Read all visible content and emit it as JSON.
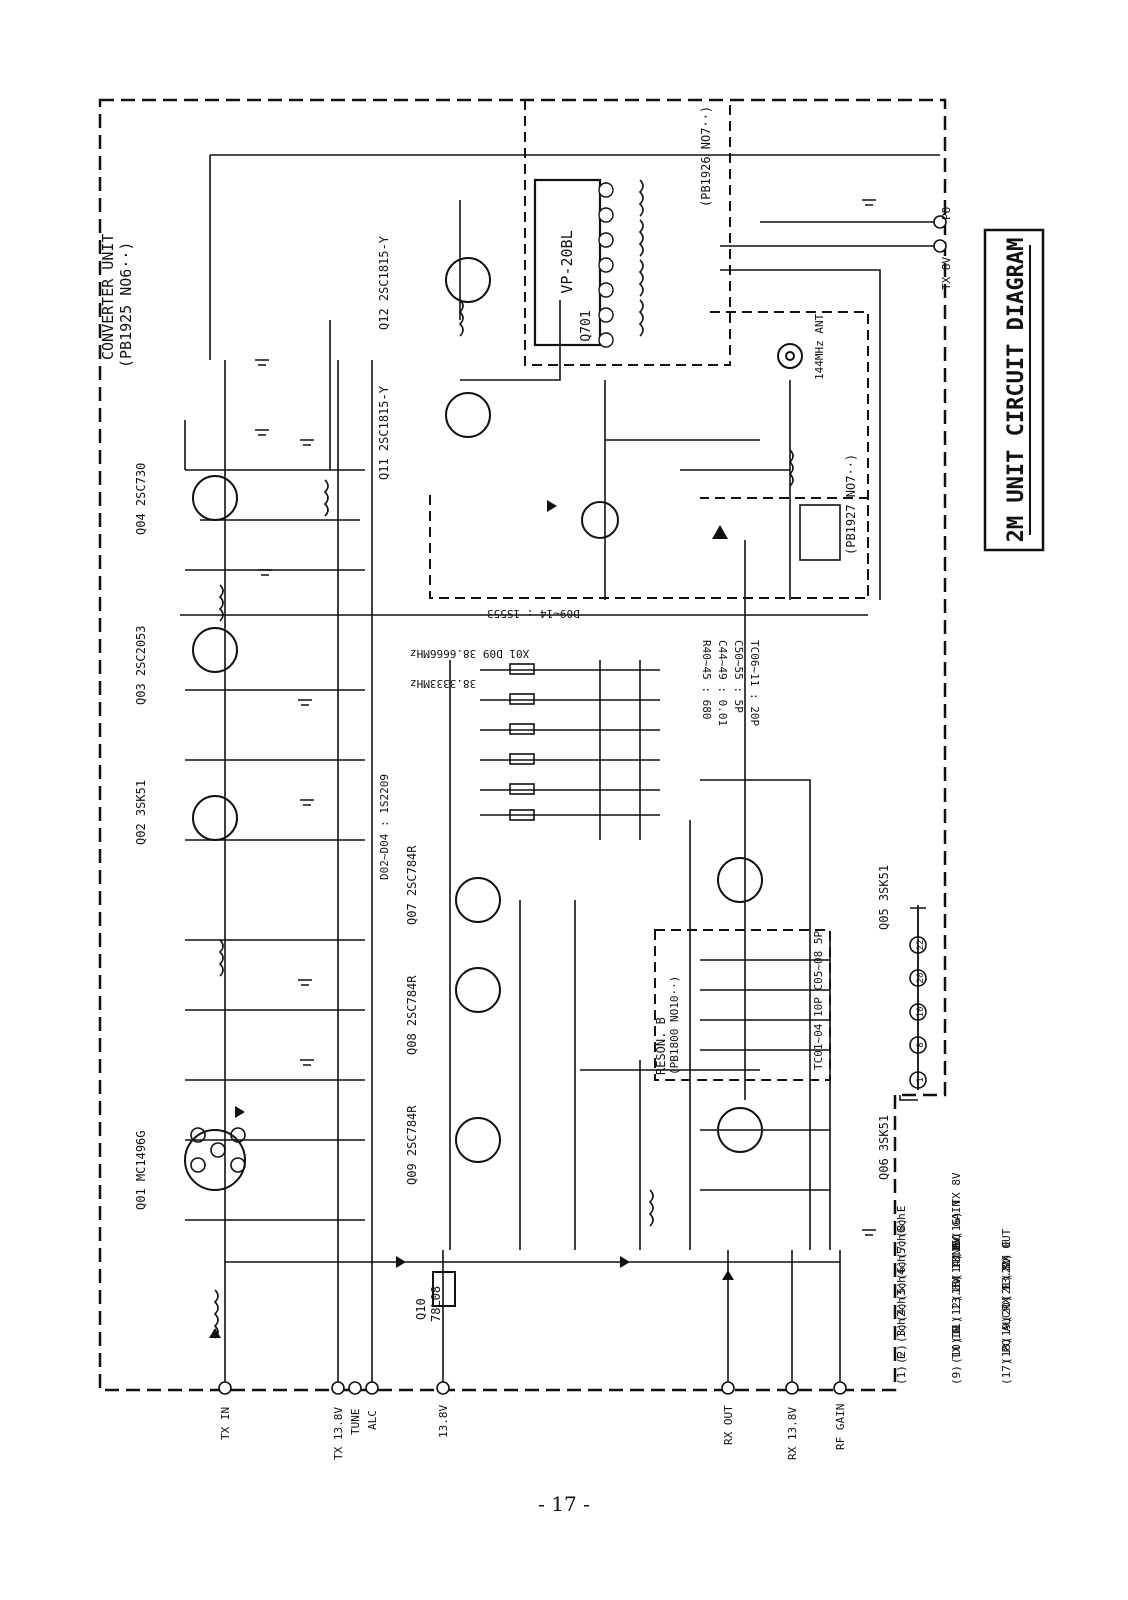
{
  "title": "2M UNIT CIRCUIT DIAGRAM",
  "page_number": "- 17 -",
  "sections": {
    "converter_unit": "CONVERTER UNIT",
    "converter_board": "(PB1925 NO6··)",
    "vp_board": "(PB1926 NO7··)",
    "ant_board": "(PB1927 NO7··)",
    "reson_b": "RESON. B",
    "reson_board": "(PB1800 NO10··)"
  },
  "transistors": [
    {
      "ref": "Q01",
      "part": "MC1496G"
    },
    {
      "ref": "Q02",
      "part": "3SK51"
    },
    {
      "ref": "Q03",
      "part": "2SC2053"
    },
    {
      "ref": "Q04",
      "part": "2SC730"
    },
    {
      "ref": "Q05",
      "part": "3SK51"
    },
    {
      "ref": "Q06",
      "part": "3SK51"
    },
    {
      "ref": "Q07",
      "part": "2SC784R"
    },
    {
      "ref": "Q08",
      "part": "2SC784R"
    },
    {
      "ref": "Q09",
      "part": "2SC784R"
    },
    {
      "ref": "Q10",
      "part": "78L08"
    },
    {
      "ref": "Q11",
      "part": "2SC1815-Y"
    },
    {
      "ref": "Q12",
      "part": "2SC1815-Y"
    }
  ],
  "module": {
    "ref": "Q701",
    "part": "VP-20BL"
  },
  "notes": {
    "d02_d04": "D02~D04 : 1S2209",
    "d09_d14": "D09~14 : 1S553",
    "crystal_1": "X01 D09 38.6666MHz",
    "crystal_2": "38.3333MHz",
    "r_values": "R40~45 : 680",
    "c_values_1": "C44~49 : 0.01",
    "c_values_2": "C50~55 : 5P",
    "tc_values": "TC06~11 : 20P",
    "reson_caps": "TC01~04 10P  C05~08 5P"
  },
  "terminals": [
    {
      "num": "9",
      "label": "TX IN"
    },
    {
      "num": "12",
      "label": "TX 13.8V"
    },
    {
      "num": "13",
      "label": "TUNE"
    },
    {
      "num": "18",
      "label": "ALC"
    },
    {
      "num": "11",
      "label": "13.8V"
    },
    {
      "num": "21",
      "label": "RX OUT"
    },
    {
      "num": "19",
      "label": "RX 13.8V"
    },
    {
      "num": "15",
      "label": "RF GAIN"
    },
    {
      "num": "16",
      "label": "TX 8V"
    },
    {
      "num": "17",
      "label": "PO"
    }
  ],
  "antenna": "144MHz ANT",
  "legend": [
    {
      "num": "1",
      "label": "E"
    },
    {
      "num": "2",
      "label": "1ch"
    },
    {
      "num": "3",
      "label": "2ch"
    },
    {
      "num": "4",
      "label": "3ch"
    },
    {
      "num": "5",
      "label": "4ch"
    },
    {
      "num": "6",
      "label": "5ch"
    },
    {
      "num": "7",
      "label": "6ch"
    },
    {
      "num": "8",
      "label": "E"
    },
    {
      "num": "9",
      "label": "TX IN"
    },
    {
      "num": "10",
      "label": "E"
    },
    {
      "num": "11",
      "label": "13.8V"
    },
    {
      "num": "12",
      "label": "TX 13.8V"
    },
    {
      "num": "13",
      "label": "TUNE"
    },
    {
      "num": "14",
      "label": "NC"
    },
    {
      "num": "15",
      "label": "GAIN"
    },
    {
      "num": "16",
      "label": "TX 8V"
    },
    {
      "num": "17",
      "label": "PO"
    },
    {
      "num": "18",
      "label": "ALC"
    },
    {
      "num": "19",
      "label": "RX 13.8V"
    },
    {
      "num": "20",
      "label": "E"
    },
    {
      "num": "21",
      "label": "RX OUT"
    },
    {
      "num": "22",
      "label": "E"
    }
  ],
  "connector_pins": [
    "1",
    "8",
    "10",
    "20",
    "22"
  ]
}
